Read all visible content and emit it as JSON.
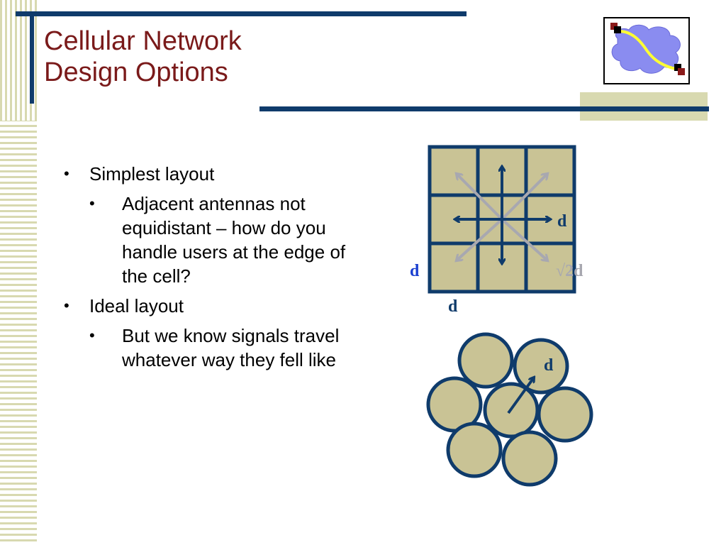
{
  "slide": {
    "title_line1": "Cellular Network",
    "title_line2": "Design Options"
  },
  "bullets": [
    {
      "text": "Simplest layout",
      "sub": [
        "Adjacent antennas not equidistant – how do you handle users at the edge of the cell?"
      ]
    },
    {
      "text": "Ideal layout",
      "sub": [
        "But we know signals travel whatever way they fell like"
      ]
    }
  ],
  "diagram": {
    "grid_label_right": "d",
    "grid_label_left": "d",
    "grid_label_diag": "√2d",
    "grid_label_bottom": "d",
    "hex_label": "d"
  },
  "colors": {
    "title": "#7a1a1a",
    "bar": "#0f3b6b",
    "cell_fill": "#c9c395",
    "cell_border": "#0f3b6b",
    "diag_arrow": "#a8a8b0",
    "label_blue": "#1a3fd0"
  }
}
